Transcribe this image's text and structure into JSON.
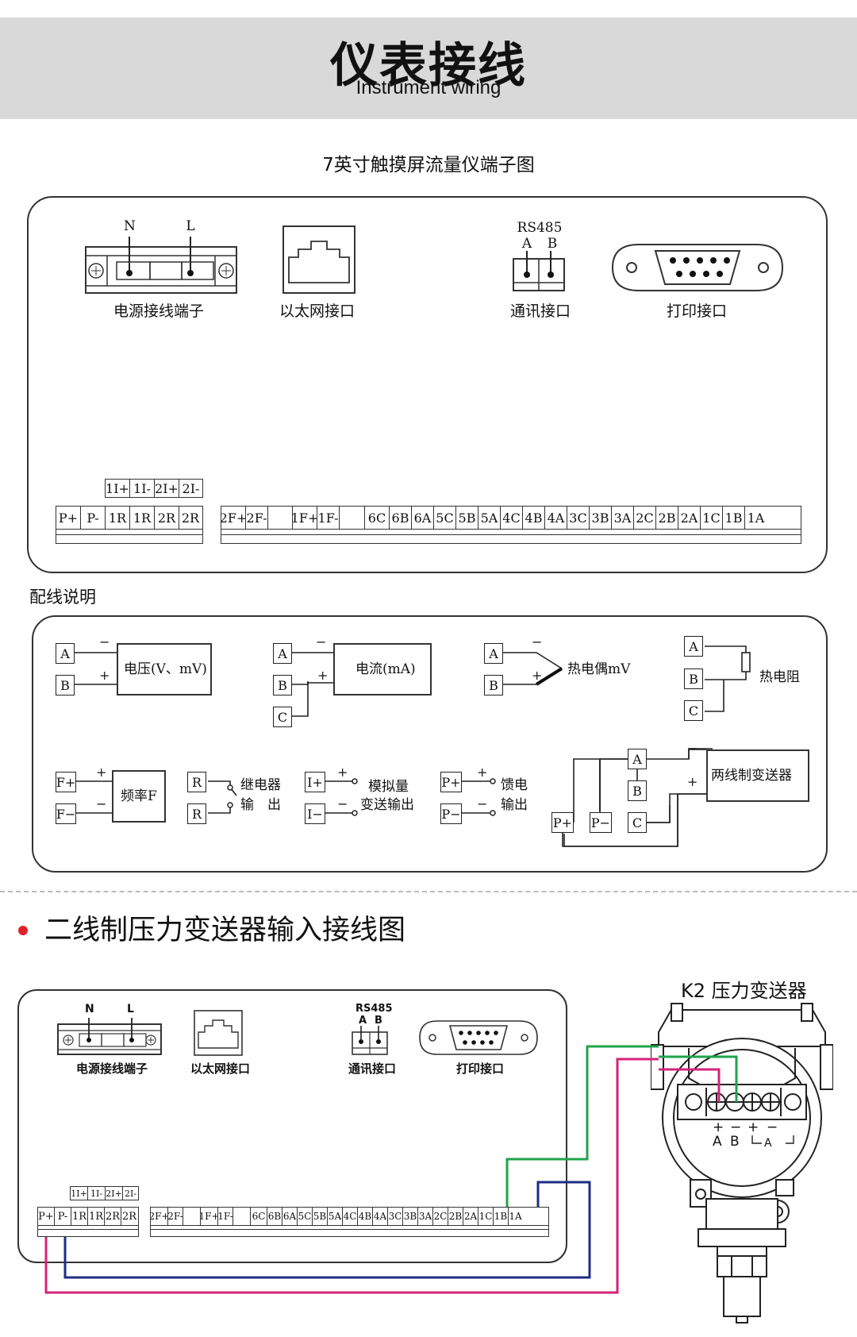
{
  "header": {
    "title": "仪表接线",
    "subtitle": "Instrument wiring"
  },
  "section1": {
    "title": "7英寸触摸屏流量仪端子图",
    "power": {
      "n": "N",
      "l": "L",
      "caption": "电源接线端子"
    },
    "ethernet": {
      "caption": "以太网接口"
    },
    "comm": {
      "rs485": "RS485",
      "a": "A",
      "b": "B",
      "caption": "通讯接口"
    },
    "printer": {
      "caption": "打印接口"
    },
    "upper_terms": [
      "1I+",
      "1I-",
      "2I+",
      "2I-"
    ],
    "left_terms": [
      "P+",
      "P-",
      "1R",
      "1R",
      "2R",
      "2R"
    ],
    "right_terms": [
      "2F+",
      "2F-",
      "",
      "1F+",
      "1F-",
      "",
      "6C",
      "6B",
      "6A",
      "5C",
      "5B",
      "5A",
      "4C",
      "4B",
      "4A",
      "3C",
      "3B",
      "3A",
      "2C",
      "2B",
      "2A",
      "1C",
      "1B",
      "1A"
    ]
  },
  "wiring": {
    "title": "配线说明",
    "voltage": {
      "a": "A",
      "b": "B",
      "minus": "−",
      "plus": "+",
      "label": "电压(V、mV)"
    },
    "current": {
      "a": "A",
      "b": "B",
      "c": "C",
      "minus": "−",
      "plus": "+",
      "label": "电流(mA)"
    },
    "thermocouple": {
      "a": "A",
      "b": "B",
      "minus": "−",
      "plus": "+",
      "label": "热电偶mV"
    },
    "rtd": {
      "a": "A",
      "b": "B",
      "c": "C",
      "label": "热电阻"
    },
    "frequency": {
      "fp": "F+",
      "fm": "F−",
      "plus": "+",
      "minus": "−",
      "label": "频率F"
    },
    "relay": {
      "r1": "R",
      "r2": "R",
      "label1": "继电器",
      "label2": "输　出"
    },
    "analog": {
      "ip": "I+",
      "im": "I−",
      "plus": "+",
      "minus": "−",
      "label1": "模拟量",
      "label2": "变送输出"
    },
    "feed": {
      "pp": "P+",
      "pm": "P−",
      "plus": "+",
      "minus": "−",
      "label1": "馈电",
      "label2": "输出"
    },
    "two_wire": {
      "a": "A",
      "b": "B",
      "c": "C",
      "pp": "P+",
      "pm": "P−",
      "minus": "−",
      "plus": "+",
      "label": "两线制变送器"
    }
  },
  "section2": {
    "title": "二线制压力变送器输入接线图",
    "transmitter_title": "K2  压力变送器",
    "power": {
      "n": "N",
      "l": "L",
      "caption": "电源接线端子"
    },
    "ethernet": {
      "caption": "以太网接口"
    },
    "comm": {
      "rs485": "RS485",
      "a": "A",
      "b": "B",
      "caption": "通讯接口"
    },
    "printer": {
      "caption": "打印接口"
    },
    "upper_terms": [
      "1I+",
      "1I-",
      "2I+",
      "2I-"
    ],
    "left_terms": [
      "P+",
      "P-",
      "1R",
      "1R",
      "2R",
      "2R"
    ],
    "right_terms": [
      "2F+",
      "2F-",
      "",
      "1F+",
      "1F-",
      "",
      "6C",
      "6B",
      "6A",
      "5C",
      "5B",
      "5A",
      "4C",
      "4B",
      "4A",
      "3C",
      "3B",
      "3A",
      "2C",
      "2B",
      "2A",
      "1C",
      "1B",
      "1A"
    ],
    "tx_labels": {
      "plus": "+",
      "minus": "−",
      "a": "A",
      "b": "B",
      "bottom": "A"
    }
  },
  "colors": {
    "green": "#21a34a",
    "magenta": "#d6237a",
    "navy": "#1d2e86",
    "bullet": "#e0202a",
    "header_bg": "#d9d9d9"
  }
}
